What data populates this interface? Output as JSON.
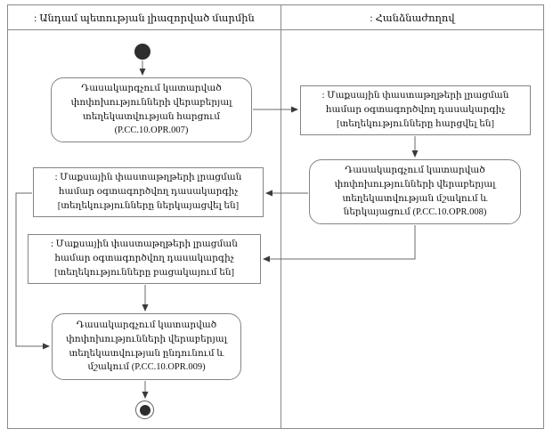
{
  "diagram": {
    "type": "uml-activity-swimlane",
    "lanes": [
      {
        "id": "authorized-body",
        "title": ": Անդամ պետության լիազորված մարմին"
      },
      {
        "id": "commission",
        "title": ": Հանձնաժողով"
      }
    ],
    "nodes": {
      "start": {
        "type": "initial-node"
      },
      "action_007": {
        "type": "action",
        "label": "Դասակարգչում կատարված փոփոխությունների վերաբերյալ տեղեկատվության հարցում (P.CC.10.OPR.007)"
      },
      "object_requested": {
        "type": "object",
        "label": ": Մաքսային փաստաթղթերի լրացման համար օգտագործվող դասակարգիչ [տեղեկությունները հարցվել են]"
      },
      "action_008": {
        "type": "action",
        "label": "Դասակարգչում կատարված փոփոխությունների վերաբերյալ տեղեկատվության մշակում և ներկայացում (P.CC.10.OPR.008)"
      },
      "object_presented": {
        "type": "object",
        "label": ": Մաքսային փաստաթղթերի լրացման համար օգտագործվող դասակարգիչ [տեղեկությունները ներկայացվել են]"
      },
      "object_absent": {
        "type": "object",
        "label": ": Մաքսային փաստաթղթերի լրացման համար օգտագործվող դասակարգիչ [տեղեկությունները բացակայում են]"
      },
      "action_009": {
        "type": "action",
        "label": "Դասակարգչում կատարված փոփոխությունների վերաբերյալ տեղեկատվության ընդունում և մշակում (P.CC.10.OPR.009)"
      },
      "end": {
        "type": "final-node"
      }
    },
    "colors": {
      "background": "#ffffff",
      "line": "#6a6a6a",
      "border": "#848484",
      "arrowhead": "#3a3a3a",
      "text": "#111111"
    }
  }
}
